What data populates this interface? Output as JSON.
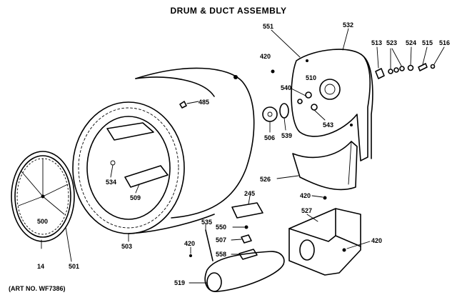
{
  "title": "DRUM & DUCT ASSEMBLY",
  "art_no": "(ART NO. WF7386)",
  "parts": [
    {
      "id": "p551",
      "label": "551"
    },
    {
      "id": "p532",
      "label": "532"
    },
    {
      "id": "p513",
      "label": "513"
    },
    {
      "id": "p523",
      "label": "523"
    },
    {
      "id": "p524",
      "label": "524"
    },
    {
      "id": "p515",
      "label": "515"
    },
    {
      "id": "p516",
      "label": "516"
    },
    {
      "id": "p420a",
      "label": "420"
    },
    {
      "id": "p510",
      "label": "510"
    },
    {
      "id": "p540",
      "label": "540"
    },
    {
      "id": "p485",
      "label": "485"
    },
    {
      "id": "p506",
      "label": "506"
    },
    {
      "id": "p539",
      "label": "539"
    },
    {
      "id": "p543",
      "label": "543"
    },
    {
      "id": "p526",
      "label": "526"
    },
    {
      "id": "p420b",
      "label": "420"
    },
    {
      "id": "p534",
      "label": "534"
    },
    {
      "id": "p509",
      "label": "509"
    },
    {
      "id": "p245",
      "label": "245"
    },
    {
      "id": "p527",
      "label": "527"
    },
    {
      "id": "p420c",
      "label": "420"
    },
    {
      "id": "p500",
      "label": "500"
    },
    {
      "id": "p535",
      "label": "535"
    },
    {
      "id": "p550",
      "label": "550"
    },
    {
      "id": "p507",
      "label": "507"
    },
    {
      "id": "p420d",
      "label": "420"
    },
    {
      "id": "p558",
      "label": "558"
    },
    {
      "id": "p503",
      "label": "503"
    },
    {
      "id": "p14",
      "label": "14"
    },
    {
      "id": "p501",
      "label": "501"
    },
    {
      "id": "p519",
      "label": "519"
    }
  ]
}
